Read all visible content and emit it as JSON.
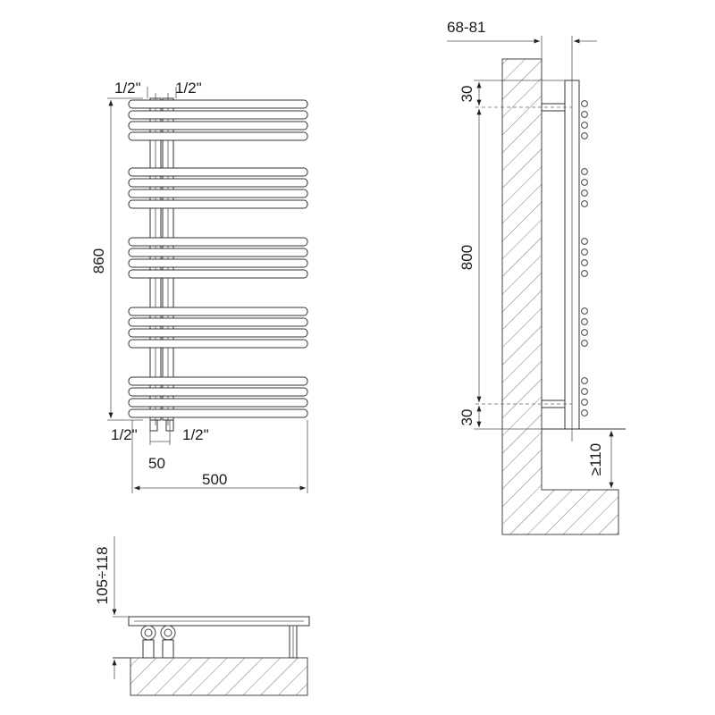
{
  "front_view": {
    "pipe_top_left": "1/2\"",
    "pipe_top_right": "1/2\"",
    "pipe_bottom_left": "1/2\"",
    "pipe_bottom_right": "1/2\"",
    "height": "860",
    "pipe_spacing": "50",
    "width": "500"
  },
  "side_view": {
    "wall_offset": "68-81",
    "top_margin": "30",
    "mount_spacing": "800",
    "bottom_margin": "30",
    "floor_clearance": "≥110"
  },
  "bottom_view": {
    "depth": "105÷118"
  }
}
